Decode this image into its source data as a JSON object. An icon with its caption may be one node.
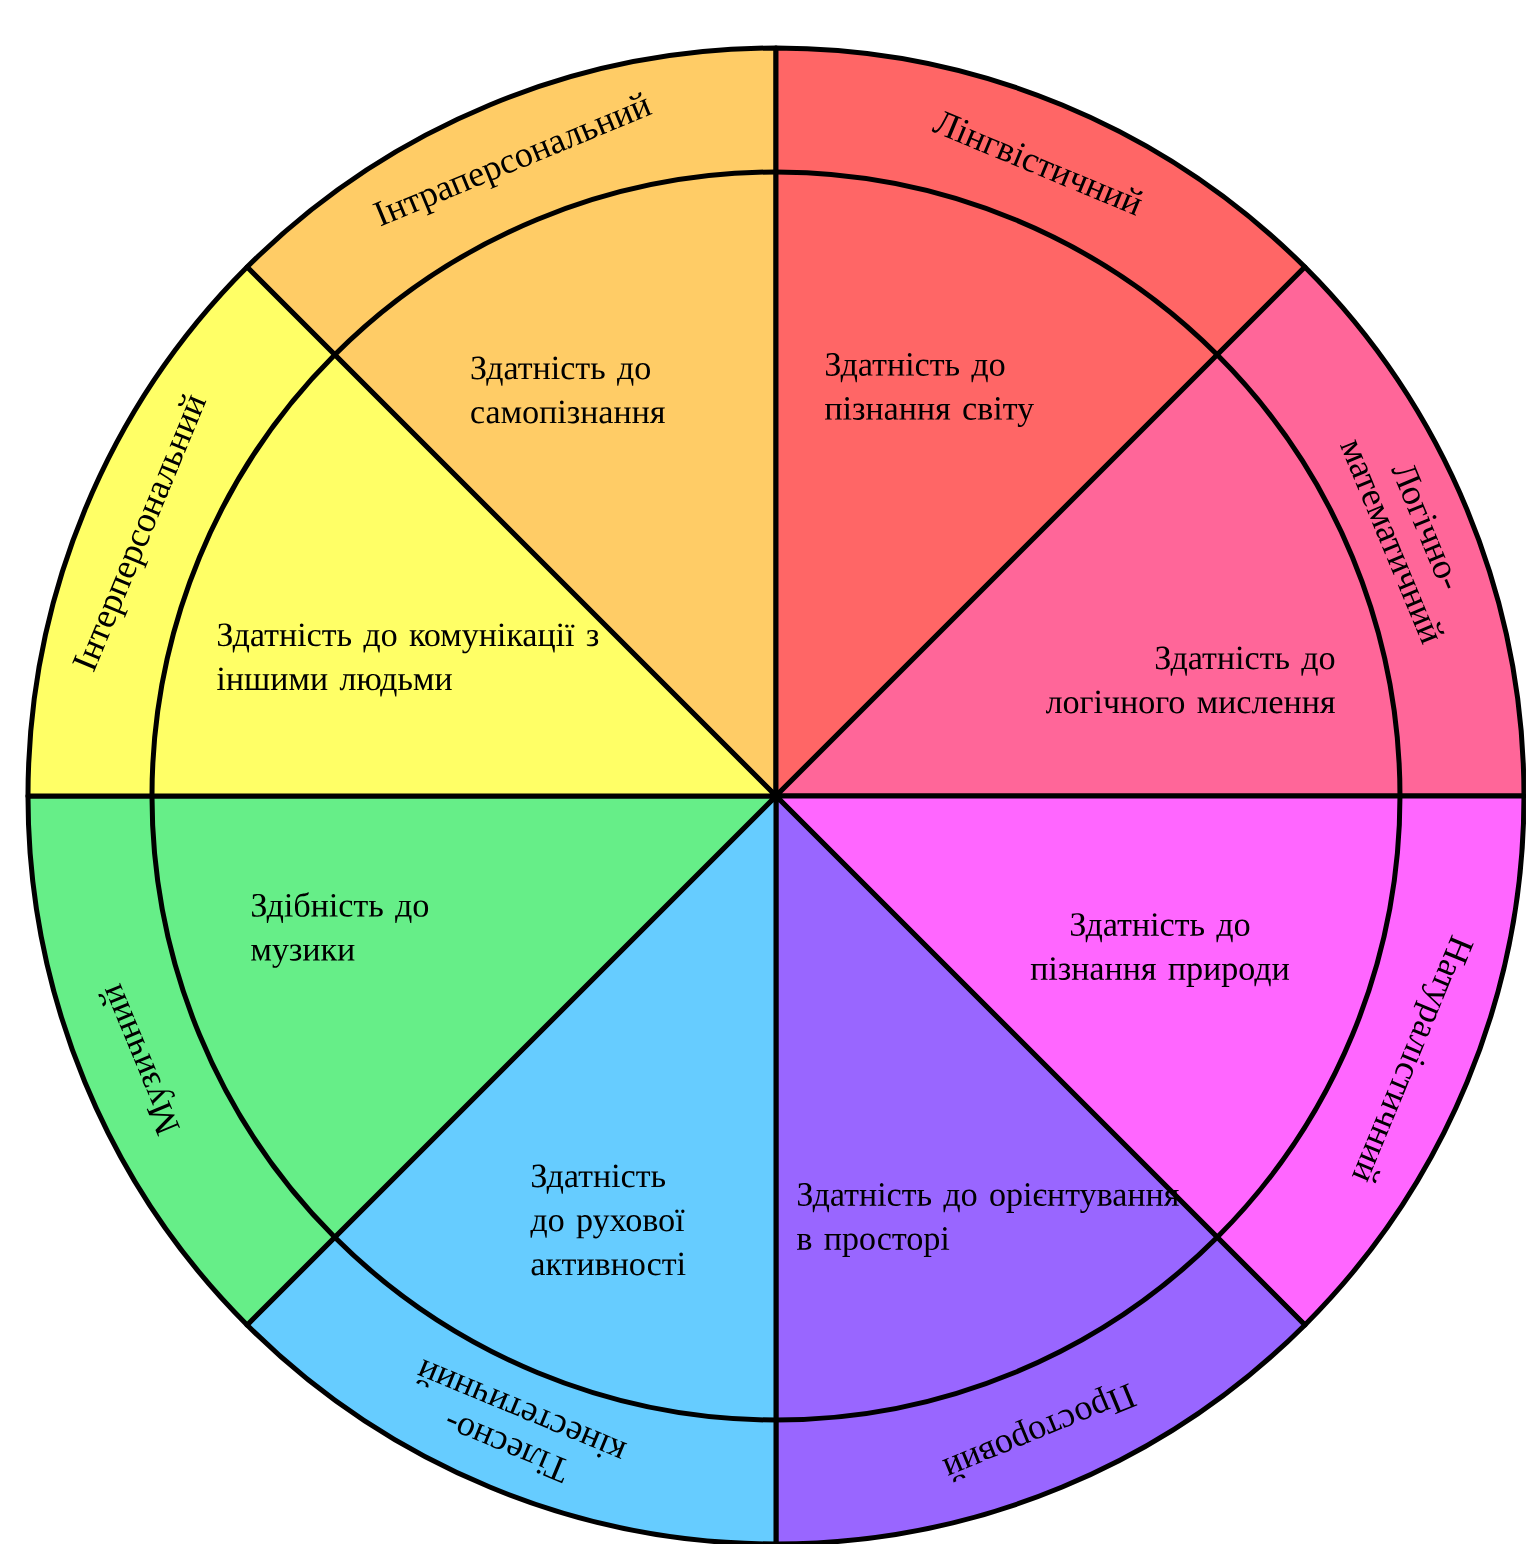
{
  "diagram": {
    "nodes": [
      {
        "text": [
          "Інтраперсональний",
          "Здатність до самопізнання"
        ]
      },
      {
        "text": [
          "Лінгвістичний",
          "Здатність до пізнання світу"
        ]
      },
      {
        "text": [
          "Логічно- математичний",
          "Здатність до логічного мислення"
        ]
      },
      {
        "text": [
          "Натуралістичний",
          "Здатність до пізнання природи"
        ]
      },
      {
        "text": [
          "Просторовий",
          "Здатність до орієнтування в просторі"
        ]
      },
      {
        "text": [
          "Тілесно- кінестетичний",
          "Здатність до рухової активності"
        ]
      },
      {
        "text": [
          "Музичний",
          "Здібність до музики"
        ]
      },
      {
        "text": [
          "Інтерперсональний",
          "Здатність до комунікації з іншими людьми"
        ]
      }
    ]
  }
}
